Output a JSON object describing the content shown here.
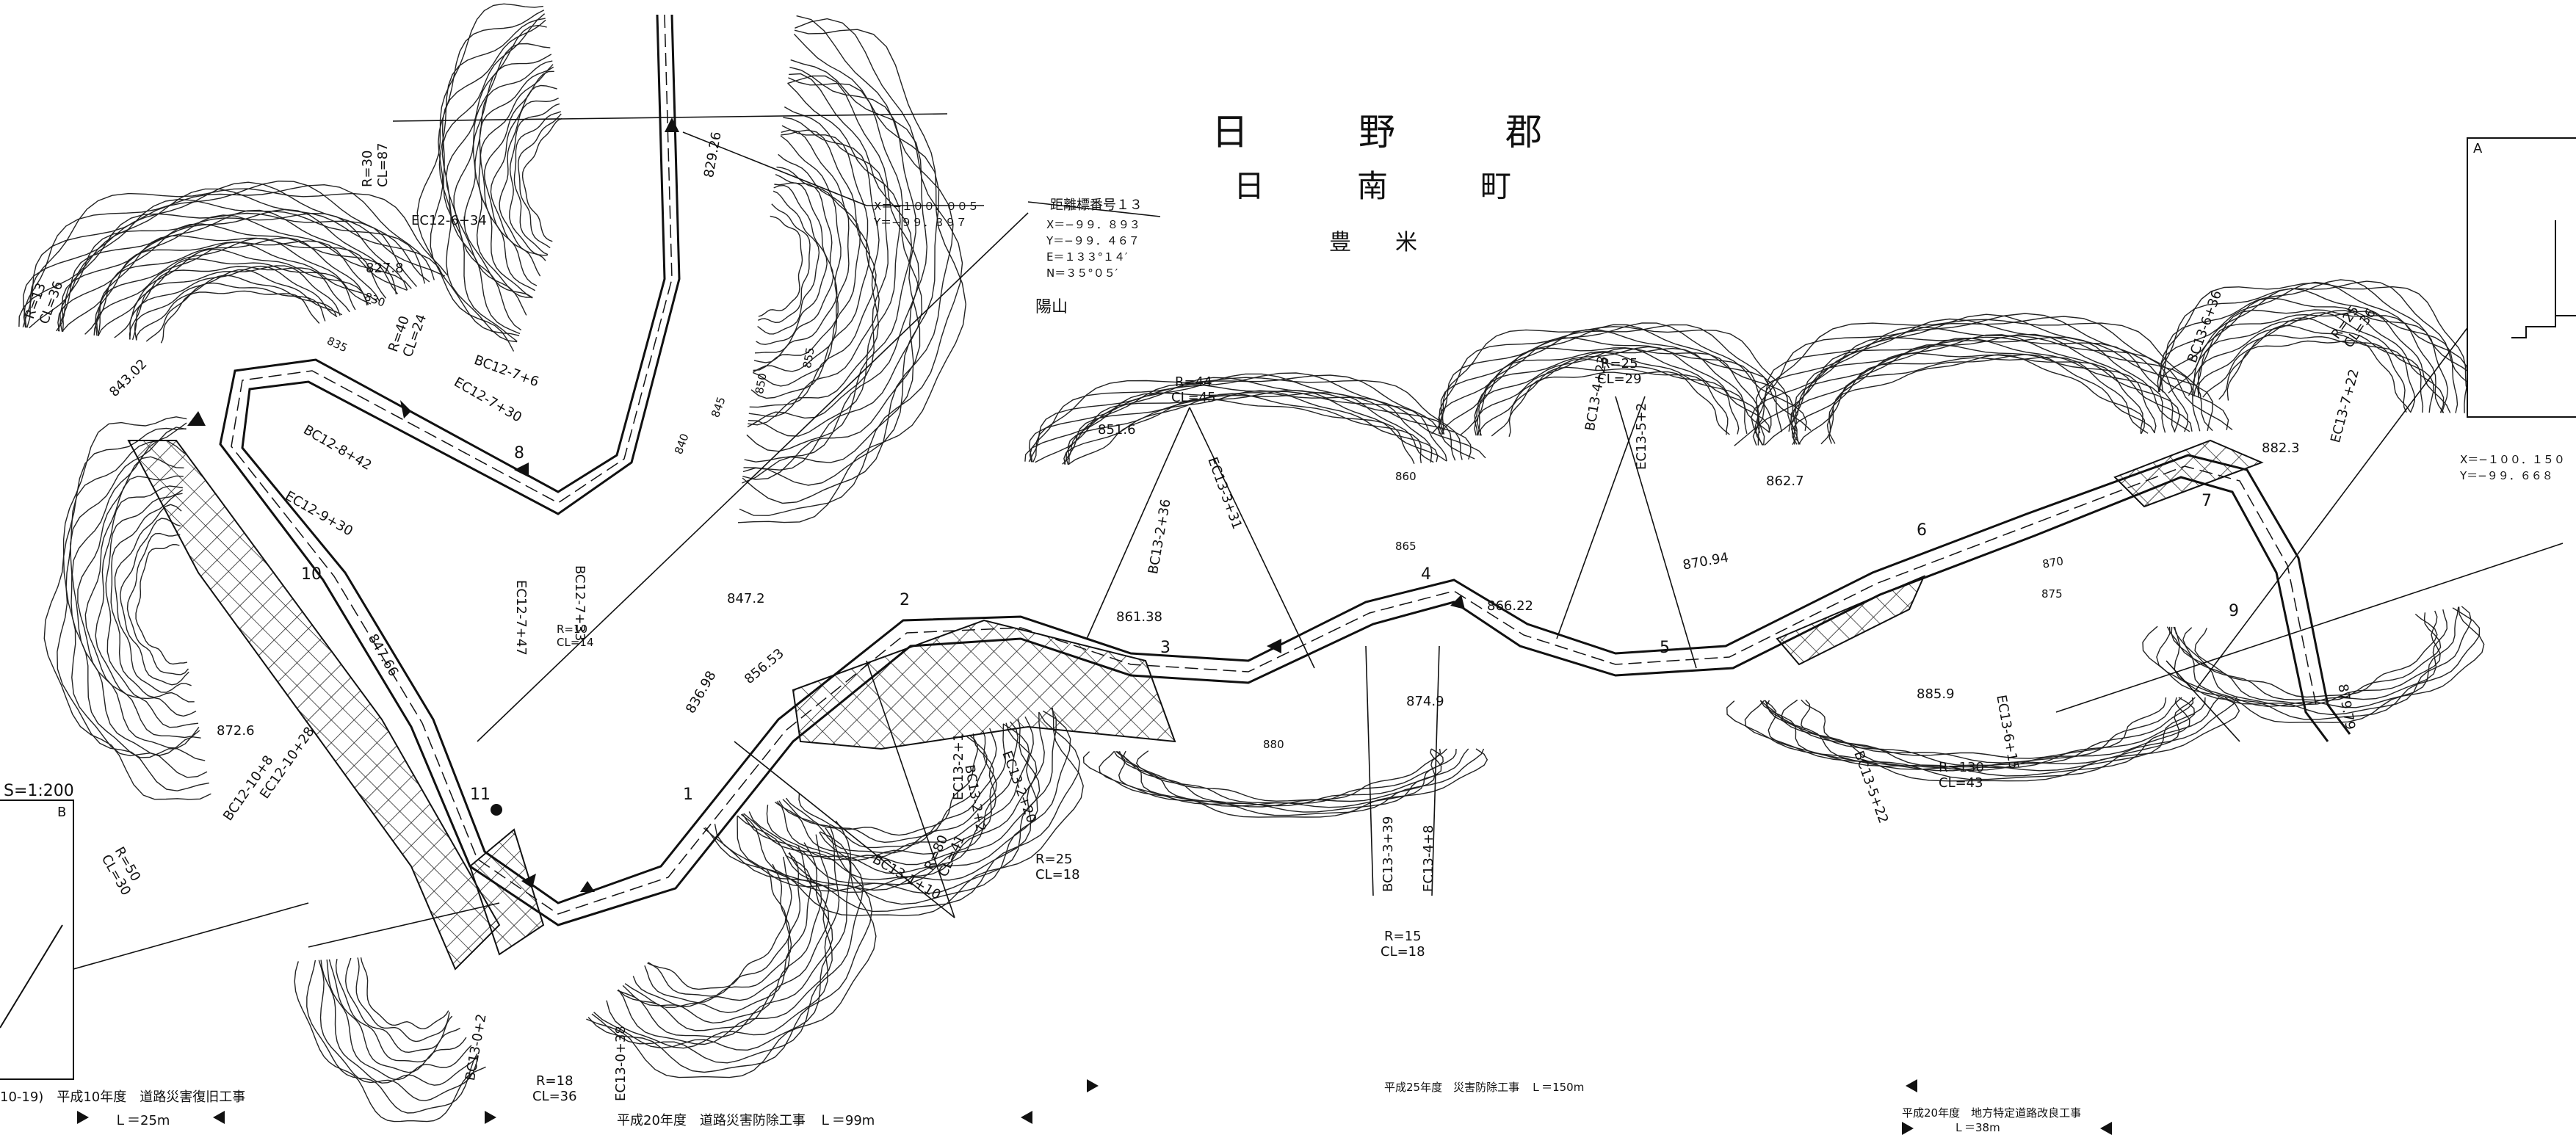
{
  "title": {
    "district": "日　　　野　　　郡",
    "town": "日　　　南　　　町",
    "area": "豊　　米",
    "place": "陽山"
  },
  "benchmark": {
    "heading": "距離標番号１３",
    "x": "X＝−９９．８９３",
    "y": "Y＝−９９．４６７",
    "e": "E＝１３３°１４′",
    "n": "N＝３５°０５′"
  },
  "coord_top": {
    "x": "X＝−１００．００５",
    "y": "Y＝−９９．３９７"
  },
  "coord_right": {
    "x": "X＝−１００．１５０",
    "y": "Y＝−９９．６６８"
  },
  "inset_a": {
    "label": "A"
  },
  "inset_b": {
    "scale": "S=1:200",
    "label": "B"
  },
  "curve_data": [
    {
      "r": "R=44",
      "cl": "CL=45"
    },
    {
      "r": "R=25",
      "cl": "CL=29"
    },
    {
      "r": "R=25",
      "cl": "CL=36"
    },
    {
      "r": "R=30",
      "cl": "CL=87"
    },
    {
      "r": "R=13",
      "cl": "CL=36"
    },
    {
      "r": "R=40",
      "cl": "CL=24"
    },
    {
      "r": "R=10",
      "cl": "CL=14"
    },
    {
      "r": "R=80",
      "cl": "CL=41"
    },
    {
      "r": "R=25",
      "cl": "CL=18"
    },
    {
      "r": "R=15",
      "cl": "CL=18"
    },
    {
      "r": "R=18",
      "cl": "CL=36"
    },
    {
      "r": "R=130",
      "cl": "CL=43"
    },
    {
      "r": "R=50",
      "cl": "CL=30"
    }
  ],
  "station_labels": [
    "EC12-6+34",
    "BC12-7+6",
    "EC12-7+30",
    "BC12-8+42",
    "EC12-9+30",
    "EC12-7+47",
    "BC12-7+33",
    "BC12-10+8",
    "EC12-10+28",
    "BC13-2+36",
    "EC13-3+31",
    "BC13-4+23",
    "EC13-5+2",
    "BC13-6+36",
    "EC13-7+22",
    "EC13-2+1",
    "BC13-2+2",
    "EC13-2+20",
    "BC13-1+10",
    "BC13-3+39",
    "EC13-4+8",
    "EC13-6+15",
    "BC13-5+22",
    "BC13-0+2",
    "EC13-0+38"
  ],
  "elevations": [
    "827.8",
    "843.02",
    "851.6",
    "862.7",
    "882.3",
    "847.2",
    "874.9",
    "872.6",
    "885.9",
    "861.38",
    "866.22",
    "870.94",
    "856.53",
    "847.66",
    "836.98",
    "829.26",
    "879.79"
  ],
  "contours": [
    "830",
    "835",
    "840",
    "845",
    "850",
    "855",
    "860",
    "865",
    "870",
    "875",
    "880"
  ],
  "road_numbers": [
    "1",
    "2",
    "3",
    "4",
    "5",
    "6",
    "7",
    "8",
    "9",
    "10",
    "11"
  ],
  "projects": [
    {
      "id": "p1",
      "text": "10-19)　平成10年度　道路災害復旧工事",
      "length": "Ｌ＝25m"
    },
    {
      "id": "p2",
      "text": "平成20年度　道路災害防除工事　Ｌ＝99m"
    },
    {
      "id": "p3",
      "text": "平成25年度　災害防除工事　Ｌ＝150m"
    },
    {
      "id": "p4",
      "text": "平成20年度　地方特定道路改良工事",
      "length": "Ｌ＝38m"
    }
  ],
  "colors": {
    "ink": "#111111",
    "paper": "#ffffff",
    "hatch": "#222222"
  }
}
